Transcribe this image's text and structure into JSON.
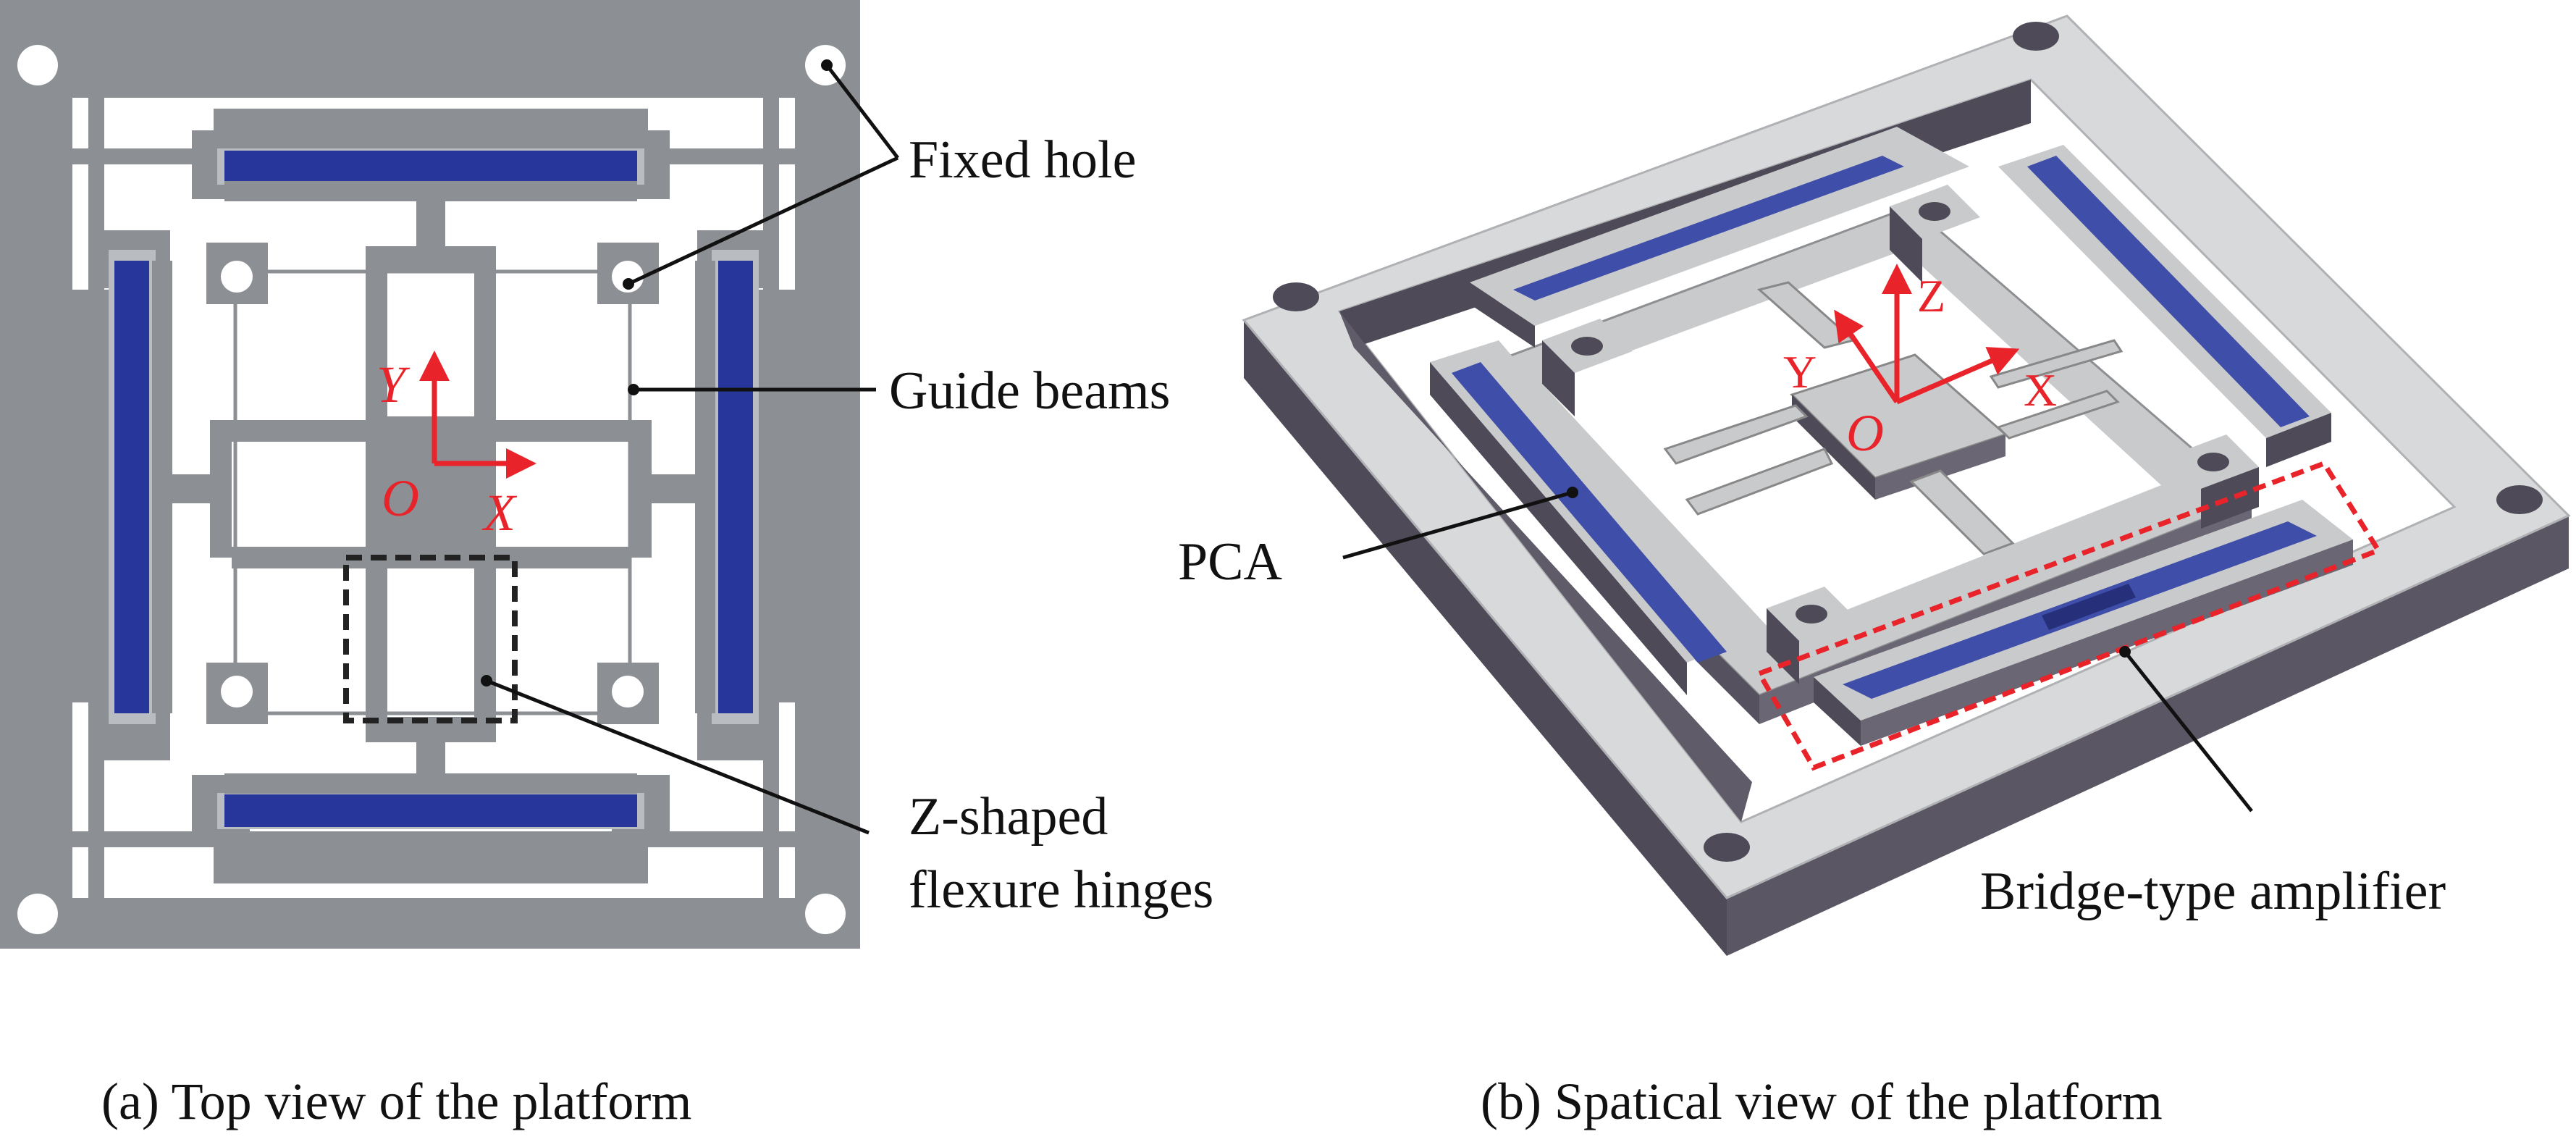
{
  "colors": {
    "frame_gray": "#8c8f93",
    "light_gray": "#b9bcc0",
    "actuator_blue": "#27369b",
    "axis_red": "#e8232a",
    "frame3d_top": "#d8d9db",
    "frame3d_side": "#4e4a58"
  },
  "labels": {
    "fixed_hole": "Fixed hole",
    "guide_beams": "Guide beams",
    "z_hinge_line1": "Z-shaped",
    "z_hinge_line2": "flexure hinges",
    "pca": "PCA",
    "bridge_amplifier": "Bridge-type amplifier"
  },
  "axes_top": {
    "x": "X",
    "y": "Y",
    "origin": "O"
  },
  "axes_3d": {
    "x": "X",
    "y": "Y",
    "z": "Z",
    "origin": "O"
  },
  "captions": {
    "a": "(a) Top view of the platform",
    "b": "(b) Spatical view of the platform"
  }
}
